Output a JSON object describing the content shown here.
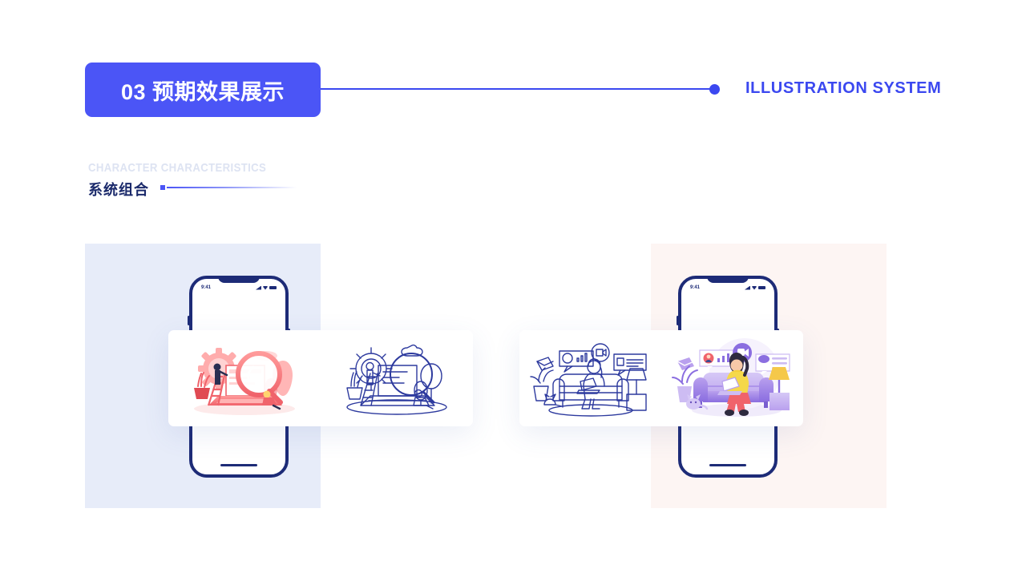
{
  "header": {
    "badge_number": "03",
    "badge_title": "预期效果展示",
    "badge_full": "03 预期效果展示",
    "kicker": "ILLUSTRATION SYSTEM",
    "badge_color": "#4b55f6",
    "rule_color": "#3b48f0"
  },
  "subtitle": {
    "english": "CHARACTER CHARACTERISTICS",
    "chinese": "系统组合",
    "english_color": "#dde3f2",
    "chinese_color": "#1b2a6b",
    "accent_color": "#4b55f6"
  },
  "panels": [
    {
      "id": "panel-left",
      "background": "#e7ecf9"
    },
    {
      "id": "panel-right",
      "background": "#fdf5f3"
    }
  ],
  "phones": [
    {
      "id": "phone-left",
      "status_time": "9:41",
      "status_icons": [
        "signal-icon",
        "wifi-icon",
        "battery-icon"
      ],
      "frame_color": "#1d2b77"
    },
    {
      "id": "phone-right",
      "status_time": "9:41",
      "status_icons": [
        "signal-icon",
        "wifi-icon",
        "battery-icon"
      ],
      "frame_color": "#1d2b77"
    }
  ],
  "showcase": [
    {
      "id": "card-left",
      "panels": [
        {
          "style": "color",
          "scene": "workspace-search",
          "palette": "#f0636b"
        },
        {
          "style": "line-art",
          "scene": "workspace-search",
          "palette": "#2d3a9e"
        }
      ]
    },
    {
      "id": "card-right",
      "panels": [
        {
          "style": "line-art",
          "scene": "sofa-video-call",
          "palette": "#2d3a9e"
        },
        {
          "style": "color",
          "scene": "sofa-video-call",
          "palette": "#8b6ee0"
        }
      ]
    }
  ]
}
